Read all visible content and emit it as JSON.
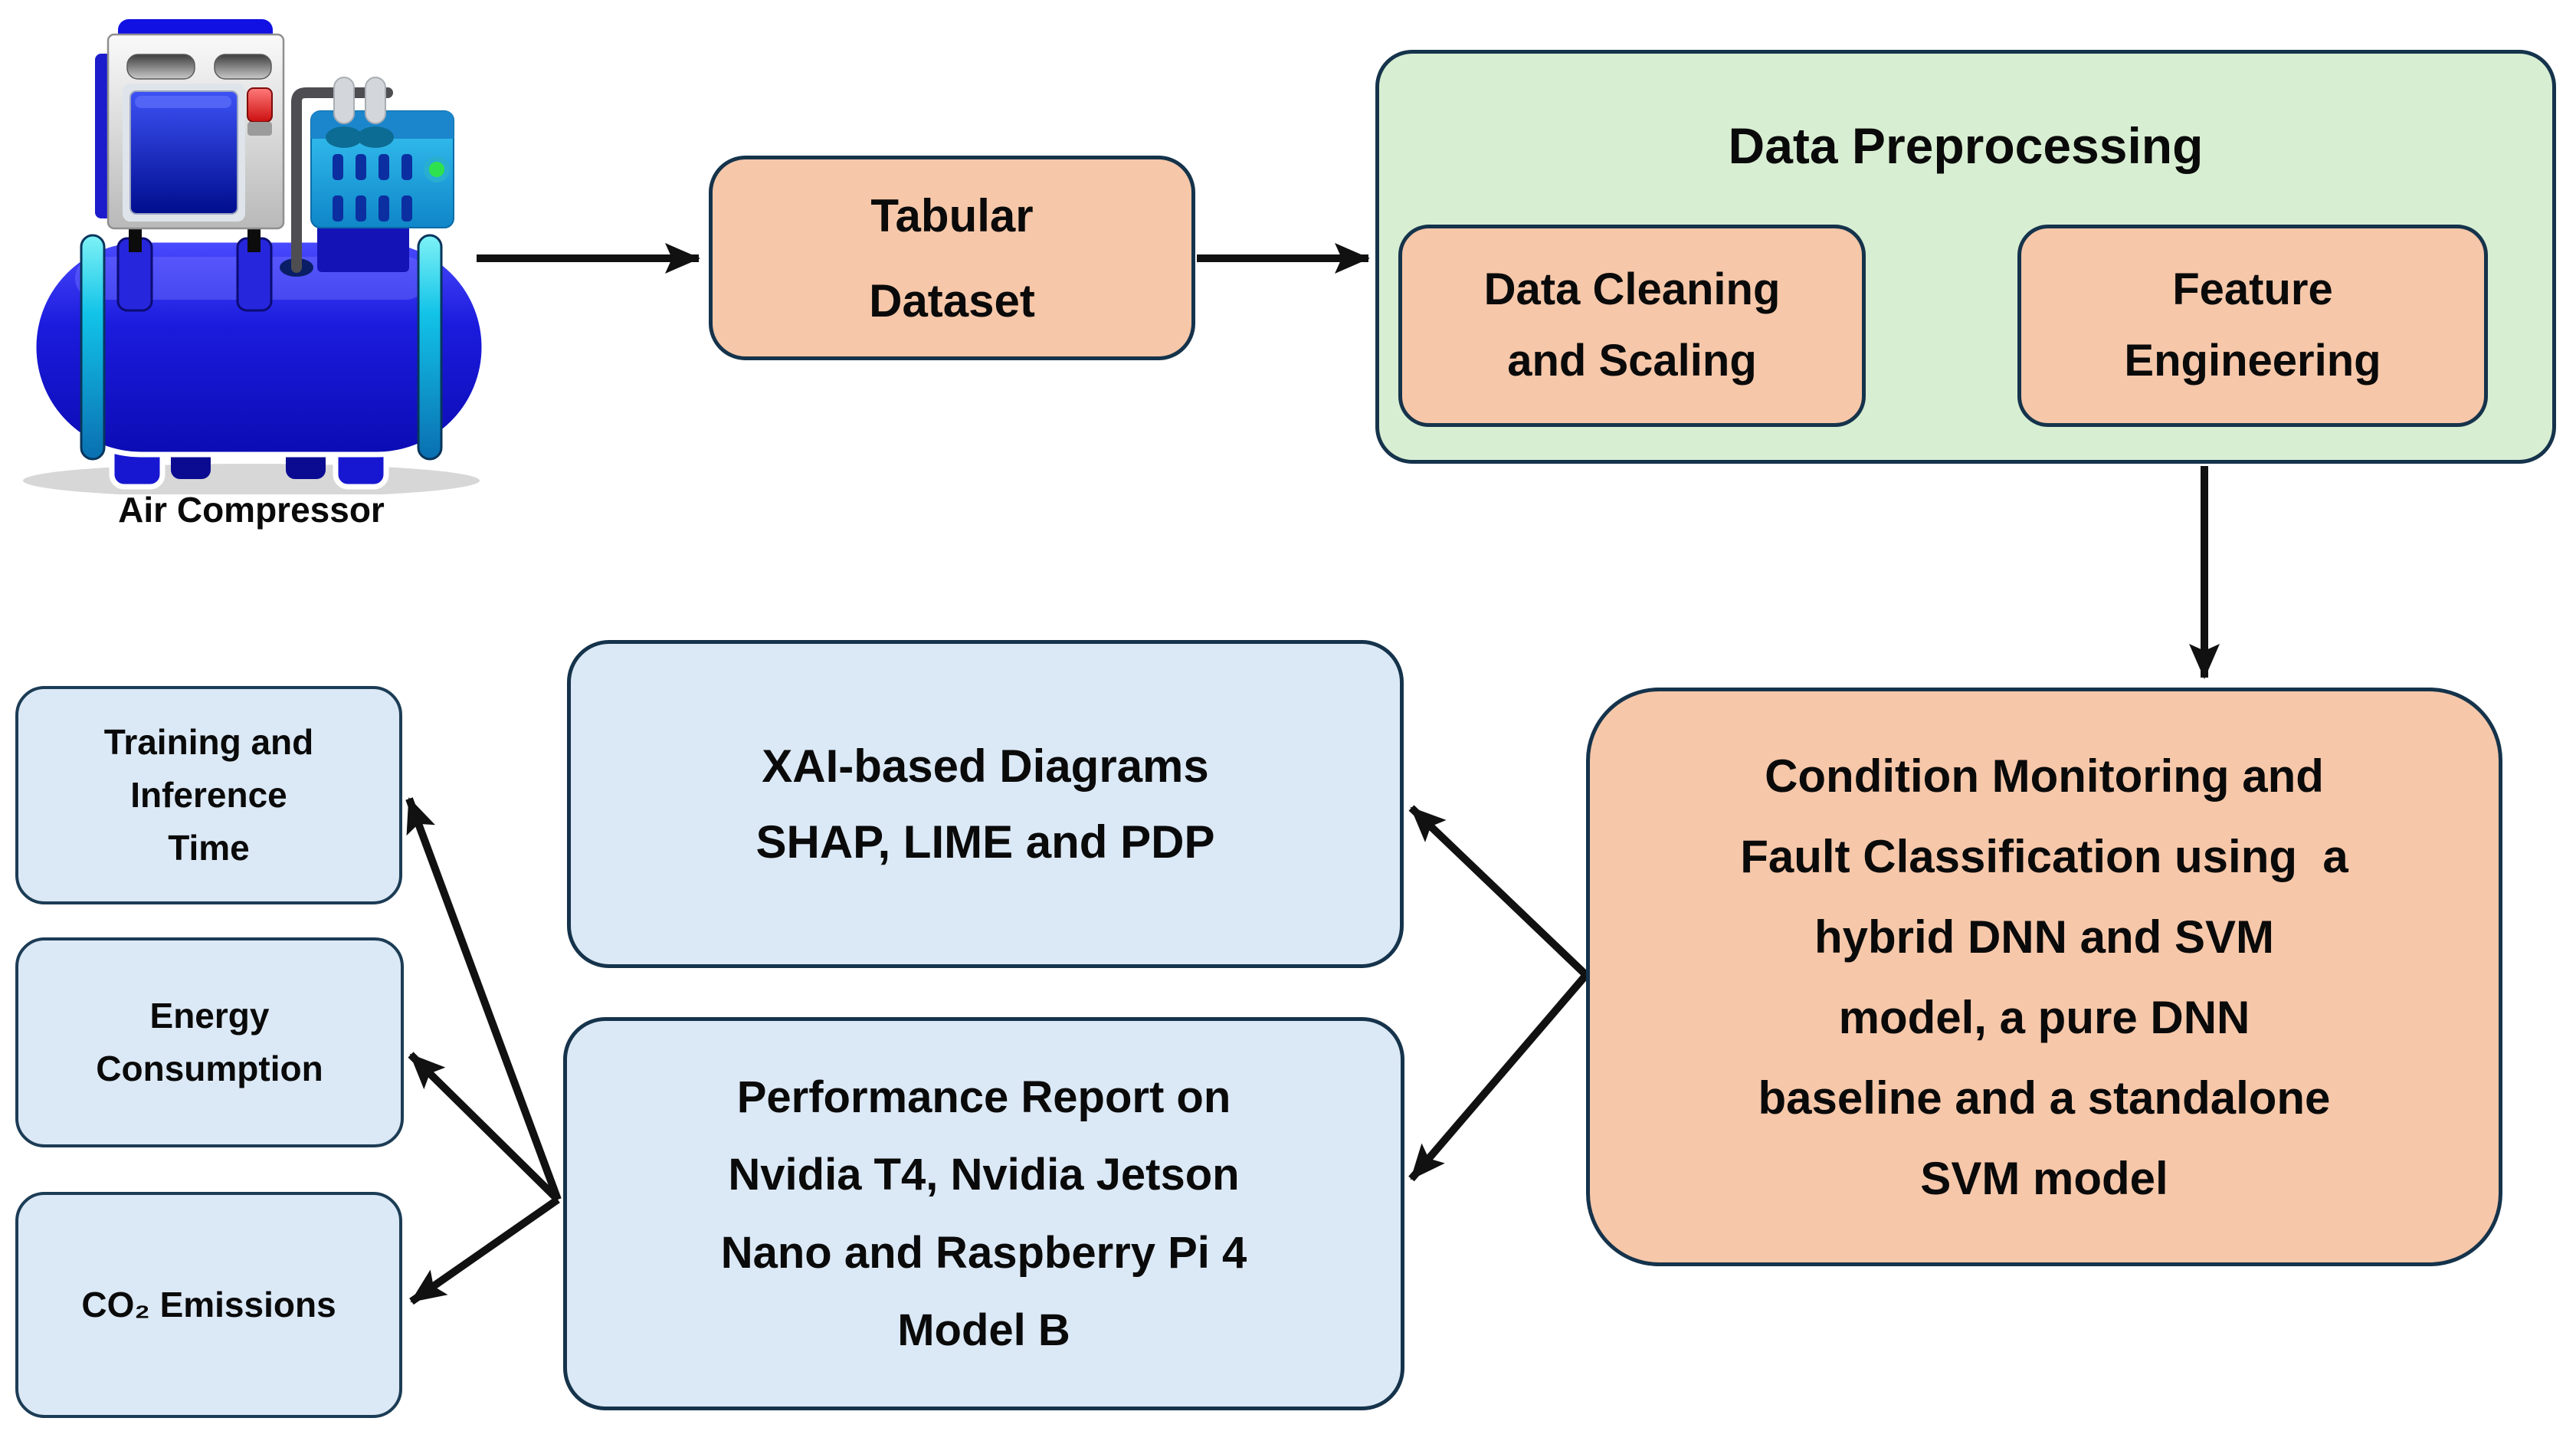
{
  "colors": {
    "peach": "#F6C7A9",
    "green": "#D8EED2",
    "blue": "#DBE8F5",
    "border": "#15334B",
    "border_small": "#1C3C55",
    "arrow": "#111111",
    "text": "#0A0A0A",
    "bg": "#FFFFFF"
  },
  "nodes": {
    "air_compressor": {
      "label": "Air Compressor"
    },
    "tabular_dataset": {
      "label": "Tabular\nDataset"
    },
    "data_preprocessing": {
      "title": "Data Preprocessing",
      "data_cleaning": {
        "label": "Data Cleaning\nand Scaling"
      },
      "feature_engineering": {
        "label": "Feature\nEngineering"
      }
    },
    "condition_monitoring": {
      "label": "Condition Monitoring and\nFault Classification using  a\nhybrid DNN and SVM\nmodel, a pure DNN\nbaseline and a standalone\nSVM model"
    },
    "xai_diagrams": {
      "label": "XAI-based Diagrams\nSHAP, LIME and PDP"
    },
    "performance_report": {
      "label": "Performance Report on\nNvidia T4, Nvidia Jetson\nNano and Raspberry Pi 4\nModel B"
    },
    "metrics": {
      "training_time": {
        "label": "Training and\nInference\nTime"
      },
      "energy": {
        "label": "Energy\nConsumption"
      },
      "co2": {
        "label": "CO₂ Emissions"
      }
    }
  }
}
